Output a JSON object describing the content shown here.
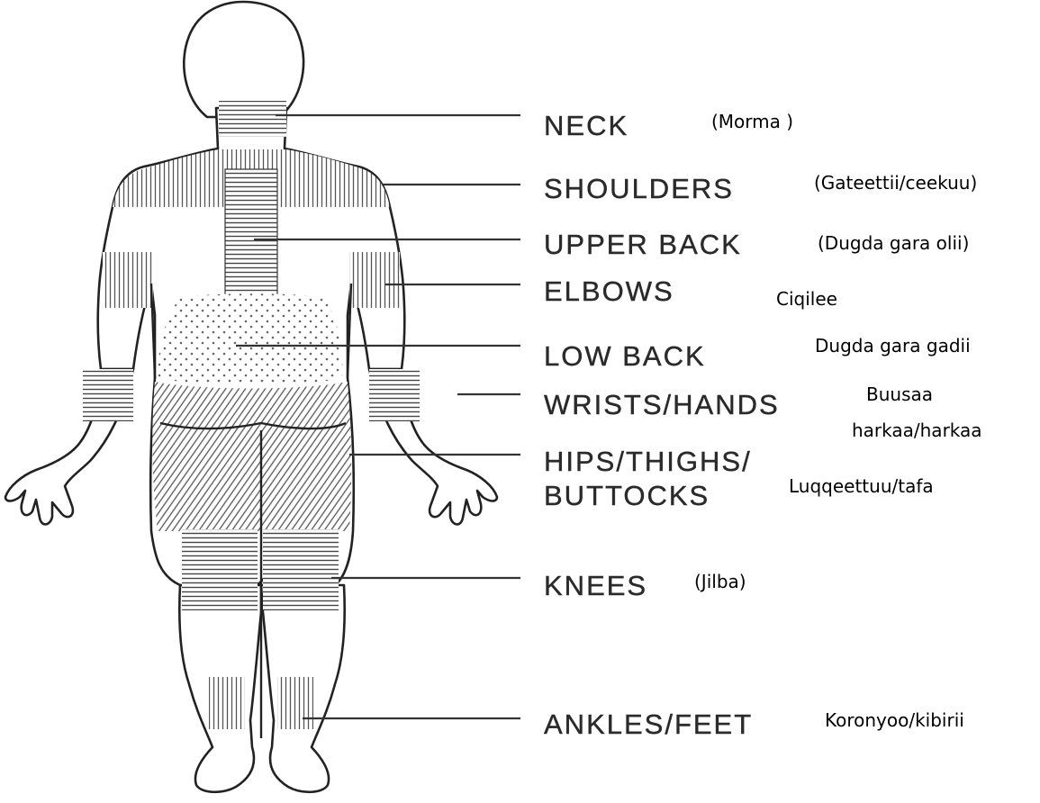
{
  "colors": {
    "ink": "#2a2a2a",
    "text": "#000000",
    "background": "#ffffff"
  },
  "labels": {
    "neck": {
      "en": "NECK",
      "or": "(Morma )"
    },
    "shoulders": {
      "en": "SHOULDERS",
      "or": "(Gateettii/ceekuu)"
    },
    "upperback": {
      "en": "UPPER BACK",
      "or": "(Dugda gara olii)"
    },
    "elbows": {
      "en": "ELBOWS",
      "or": "Ciqilee"
    },
    "lowback": {
      "en": "LOW BACK",
      "or": "Dugda gara gadii"
    },
    "wrists": {
      "en": "WRISTS/HANDS",
      "or": "Buusaa",
      "or2": "harkaa/harkaa"
    },
    "hips": {
      "en": "HIPS/THIGHS/",
      "en2": "BUTTOCKS",
      "or": "Luqqeettuu/tafa"
    },
    "knees": {
      "en": "KNEES",
      "or": "(Jilba)"
    },
    "ankles": {
      "en": "ANKLES/FEET",
      "or": "Koronyoo/kibirii"
    }
  }
}
